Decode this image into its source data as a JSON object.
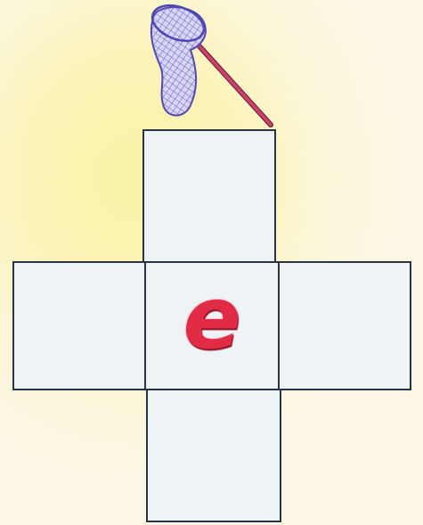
{
  "grid": {
    "center_letter": "e",
    "cells": [
      "top",
      "left",
      "center",
      "right",
      "bottom"
    ]
  },
  "net_icon": "butterfly-net-icon",
  "colors": {
    "letter": "#e22b45",
    "cell_fill": "#eef3f6",
    "cell_border": "#2b3346",
    "background": "#fbf3b8",
    "net_mesh": "#6a62c9",
    "net_handle": "#b7375c"
  }
}
